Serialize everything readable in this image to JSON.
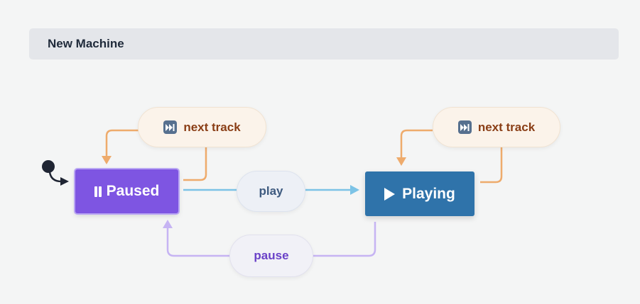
{
  "machine": {
    "title": "New Machine"
  },
  "states": {
    "paused": {
      "label": "Paused",
      "icon": "pause-icon",
      "color": "#7e55e2"
    },
    "playing": {
      "label": "Playing",
      "icon": "play-icon",
      "color": "#2f73aa"
    }
  },
  "transitions": {
    "next_track_paused": {
      "label": "next track",
      "icon": "next-track-icon"
    },
    "next_track_playing": {
      "label": "next track",
      "icon": "next-track-icon"
    },
    "play": {
      "label": "play"
    },
    "pause": {
      "label": "pause"
    }
  },
  "colors": {
    "next_track_edge": "#eeab6c",
    "play_edge": "#7cc3e6",
    "pause_edge": "#c6b4f3",
    "initial_marker": "#1f2533"
  }
}
